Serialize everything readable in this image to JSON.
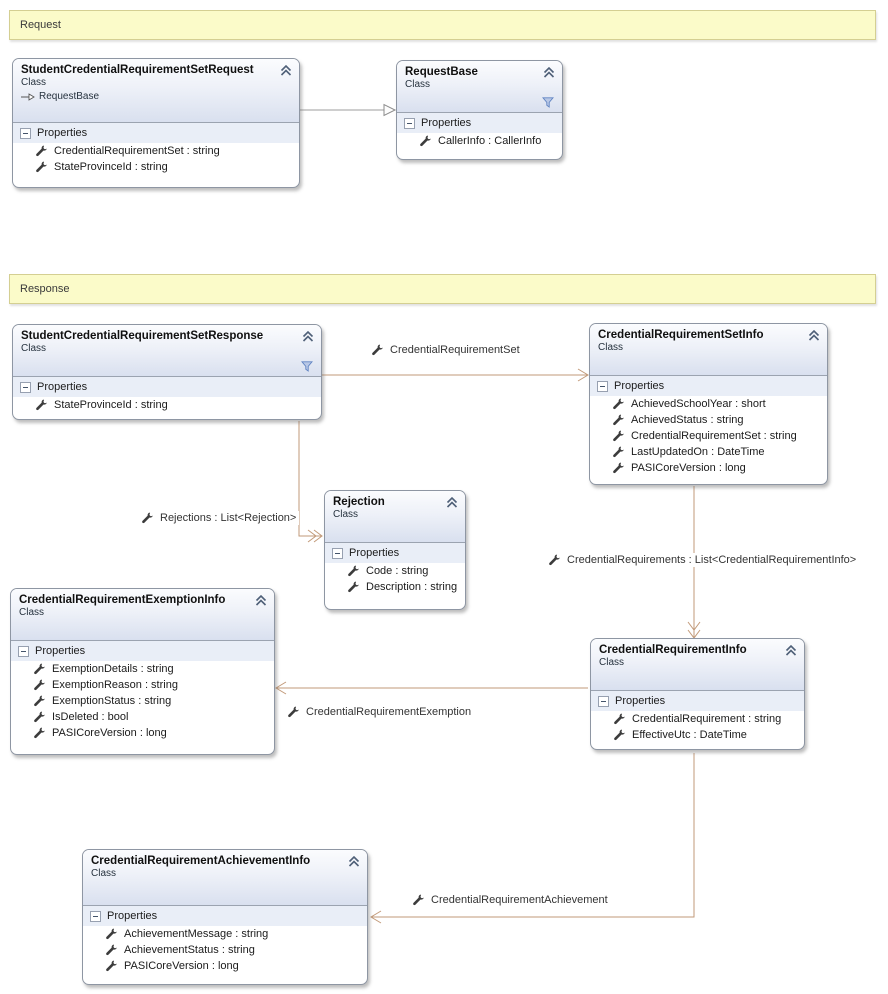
{
  "banners": {
    "request": "Request",
    "response": "Response"
  },
  "classes": [
    {
      "title": "StudentCredentialRequirementSetRequest",
      "stereotype": "Class",
      "inherits": "RequestBase",
      "properties_label": "Properties",
      "properties": [
        "CredentialRequirementSet : string",
        "StateProvinceId : string"
      ]
    },
    {
      "title": "RequestBase",
      "stereotype": "Class",
      "properties_label": "Properties",
      "properties": [
        "CallerInfo : CallerInfo"
      ]
    },
    {
      "title": "StudentCredentialRequirementSetResponse",
      "stereotype": "Class",
      "properties_label": "Properties",
      "properties": [
        "StateProvinceId : string"
      ]
    },
    {
      "title": "CredentialRequirementSetInfo",
      "stereotype": "Class",
      "properties_label": "Properties",
      "properties": [
        "AchievedSchoolYear : short",
        "AchievedStatus : string",
        "CredentialRequirementSet : string",
        "LastUpdatedOn : DateTime",
        "PASICoreVersion : long"
      ]
    },
    {
      "title": "Rejection",
      "stereotype": "Class",
      "properties_label": "Properties",
      "properties": [
        "Code : string",
        "Description : string"
      ]
    },
    {
      "title": "CredentialRequirementExemptionInfo",
      "stereotype": "Class",
      "properties_label": "Properties",
      "properties": [
        "ExemptionDetails : string",
        "ExemptionReason : string",
        "ExemptionStatus : string",
        "IsDeleted : bool",
        "PASICoreVersion : long"
      ]
    },
    {
      "title": "CredentialRequirementInfo",
      "stereotype": "Class",
      "properties_label": "Properties",
      "properties": [
        "CredentialRequirement : string",
        "EffectiveUtc : DateTime"
      ]
    },
    {
      "title": "CredentialRequirementAchievementInfo",
      "stereotype": "Class",
      "properties_label": "Properties",
      "properties": [
        "AchievementMessage : string",
        "AchievementStatus : string",
        "PASICoreVersion : long"
      ]
    }
  ],
  "associations": [
    {
      "type": "inheritance",
      "label": ""
    },
    {
      "type": "association",
      "label": "CredentialRequirementSet"
    },
    {
      "type": "collection-association",
      "label": "Rejections : List<Rejection>"
    },
    {
      "type": "collection-association",
      "label": "CredentialRequirements : List<CredentialRequirementInfo>"
    },
    {
      "type": "association",
      "label": "CredentialRequirementExemption"
    },
    {
      "type": "association",
      "label": "CredentialRequirementAchievement"
    }
  ],
  "icons": {
    "wrench": "wrench-icon (property)",
    "filter": "filter-icon (funnel)",
    "collapse": "collapse-chevron-icon",
    "minus": "collapse-minus-icon",
    "inherits_arrow": "inherits-arrow-icon"
  },
  "colors": {
    "association_line": "#c29a79",
    "inheritance_line": "#9c9c9c",
    "banner_bg": "#fbfbc9",
    "banner_border": "#d4cf92",
    "header_gradient_end": "#d9e0ef",
    "properties_header_bg": "#e9eef7",
    "box_border": "#8e96a3"
  }
}
